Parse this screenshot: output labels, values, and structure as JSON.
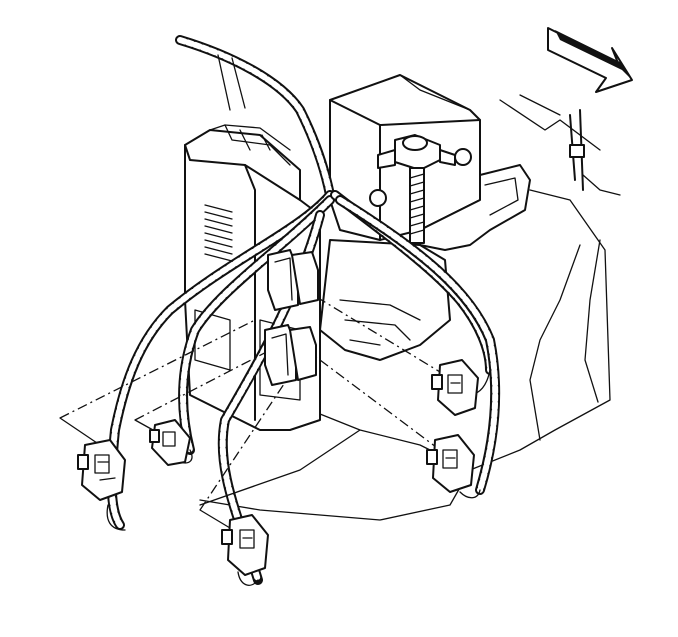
{
  "figure": {
    "colors": {
      "line": "#111111",
      "background": "#ffffff"
    },
    "parts": [
      "module-housing",
      "battery-bracket",
      "hold-down-bolt",
      "wiring-harness",
      "connector",
      "direction-arrow"
    ],
    "connector_count": 5
  }
}
